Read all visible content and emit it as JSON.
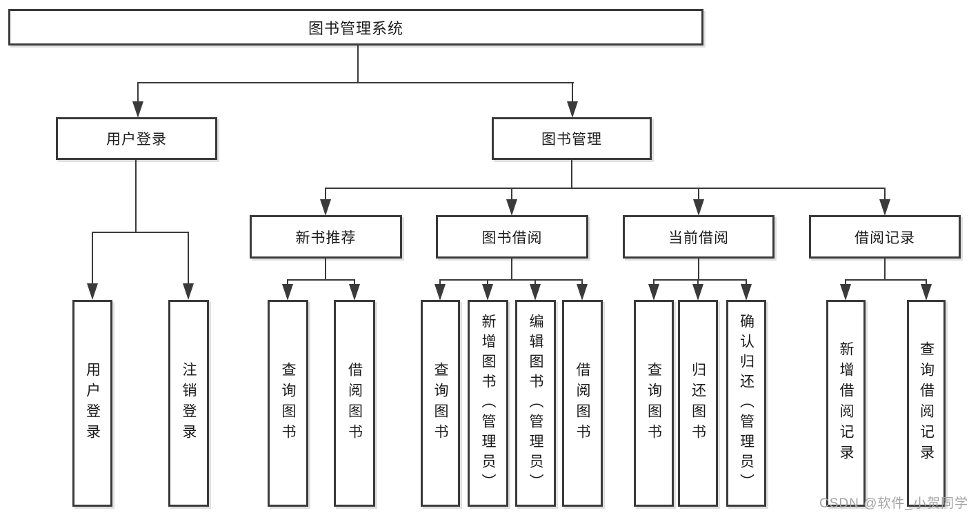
{
  "diagram_title": "图书管理系统",
  "colors": {
    "line": "#3a3a3a",
    "box_border": "#3a3a3a",
    "text": "#1c1c1c",
    "background": "#ffffff",
    "watermark": "#a3a3a3"
  },
  "tree": {
    "root": {
      "label": "图书管理系统"
    },
    "branches": [
      {
        "label": "用户登录",
        "children": [
          {
            "label": "用户登录"
          },
          {
            "label": "注销登录"
          }
        ]
      },
      {
        "label": "图书管理",
        "children": [
          {
            "label": "新书推荐",
            "children": [
              {
                "label": "查询图书"
              },
              {
                "label": "借阅图书"
              }
            ]
          },
          {
            "label": "图书借阅",
            "children": [
              {
                "label": "查询图书"
              },
              {
                "label": "新增图书（管理员）"
              },
              {
                "label": "编辑图书（管理员）"
              },
              {
                "label": "借阅图书"
              }
            ]
          },
          {
            "label": "当前借阅",
            "children": [
              {
                "label": "查询图书"
              },
              {
                "label": "归还图书"
              },
              {
                "label": "确认归还（管理员）"
              }
            ]
          },
          {
            "label": "借阅记录",
            "children": [
              {
                "label": "新增借阅记录"
              },
              {
                "label": "查询借阅记录"
              }
            ]
          }
        ]
      }
    ]
  },
  "watermark": {
    "text": "CSDN @软件_小贺同学"
  }
}
